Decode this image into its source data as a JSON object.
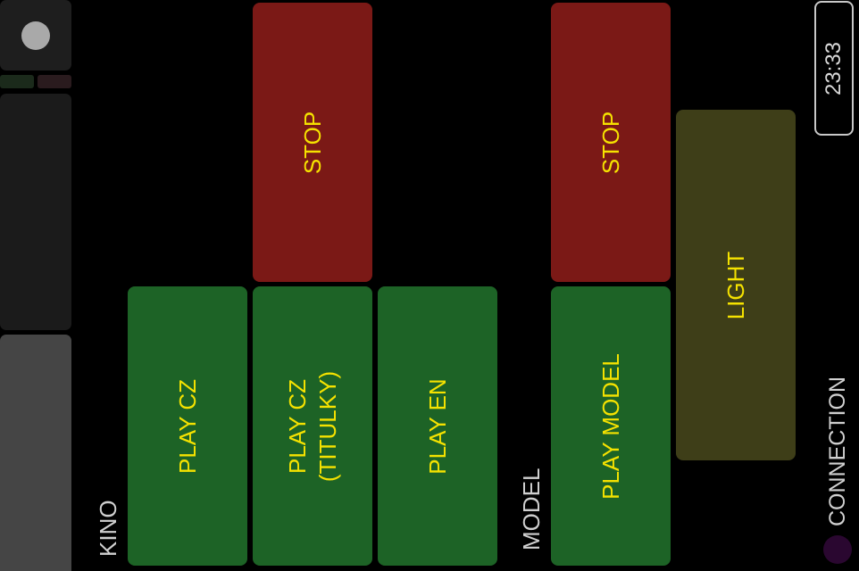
{
  "sections": {
    "kino_label": "KINO",
    "model_label": "MODEL"
  },
  "buttons": {
    "stop_kino": "STOP",
    "play_cz": "PLAY CZ",
    "play_cz_titulky_line1": "PLAY CZ",
    "play_cz_titulky_line2": "(TITULKY)",
    "play_en": "PLAY EN",
    "stop_model": "STOP",
    "play_model": "PLAY MODEL",
    "light": "LIGHT"
  },
  "status": {
    "clock": "23:33",
    "connection_label": "CONNECTION",
    "connection_color": "#2a0730"
  },
  "colors": {
    "play": "#1d6326",
    "stop": "#7b1916",
    "light": "#3e3e18",
    "button_text": "#f5e200"
  }
}
